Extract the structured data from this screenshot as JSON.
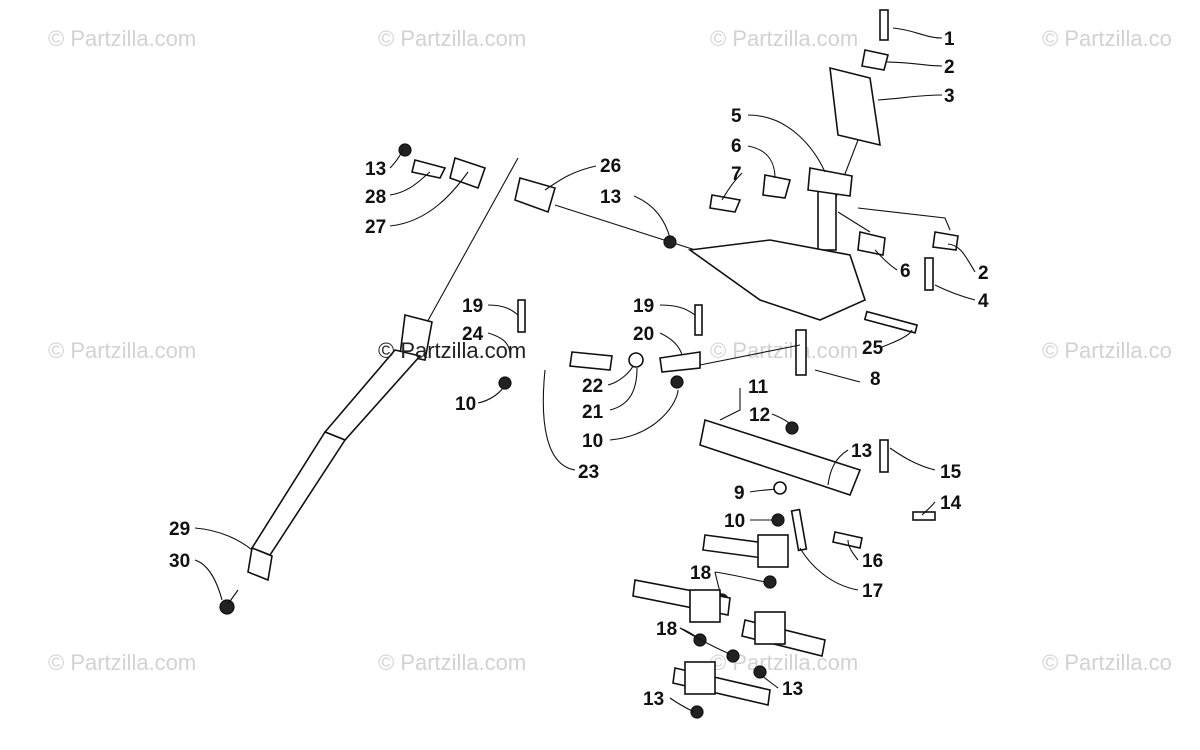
{
  "watermarks": [
    "© Partzilla.com",
    "© Partzilla.com",
    "© Partzilla.com",
    "© Partzilla.co",
    "© Partzilla.com",
    "© Partzilla.com",
    "© Partzilla.com",
    "© Partzilla.co",
    "© Partzilla.com",
    "© Partzilla.com",
    "© Partzilla.com",
    "© Partzilla.co"
  ],
  "center_watermark": "© Partzilla.com",
  "callouts": [
    {
      "num": "1"
    },
    {
      "num": "2"
    },
    {
      "num": "3"
    },
    {
      "num": "5"
    },
    {
      "num": "6"
    },
    {
      "num": "7"
    },
    {
      "num": "26"
    },
    {
      "num": "13"
    },
    {
      "num": "13"
    },
    {
      "num": "28"
    },
    {
      "num": "27"
    },
    {
      "num": "6"
    },
    {
      "num": "2"
    },
    {
      "num": "4"
    },
    {
      "num": "19"
    },
    {
      "num": "24"
    },
    {
      "num": "19"
    },
    {
      "num": "20"
    },
    {
      "num": "25"
    },
    {
      "num": "8"
    },
    {
      "num": "10"
    },
    {
      "num": "22"
    },
    {
      "num": "21"
    },
    {
      "num": "11"
    },
    {
      "num": "12"
    },
    {
      "num": "10"
    },
    {
      "num": "23"
    },
    {
      "num": "13"
    },
    {
      "num": "15"
    },
    {
      "num": "9"
    },
    {
      "num": "14"
    },
    {
      "num": "10"
    },
    {
      "num": "29"
    },
    {
      "num": "30"
    },
    {
      "num": "16"
    },
    {
      "num": "18"
    },
    {
      "num": "17"
    },
    {
      "num": "18"
    },
    {
      "num": "13"
    },
    {
      "num": "13"
    }
  ]
}
